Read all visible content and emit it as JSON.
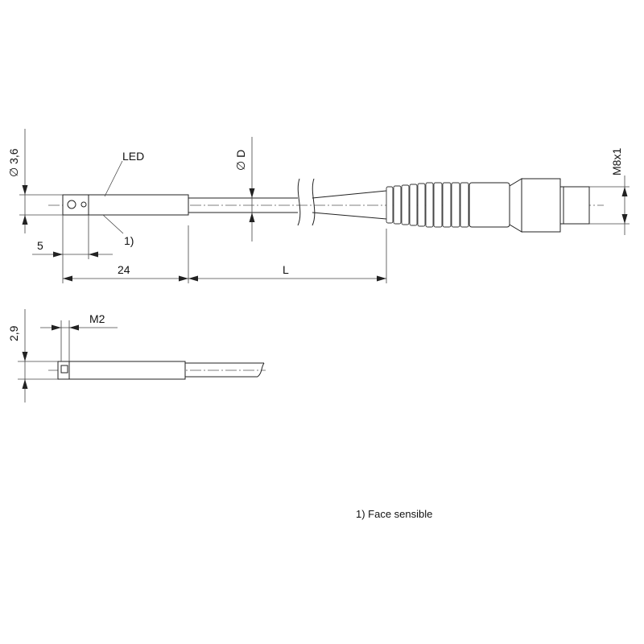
{
  "labels": {
    "led": "LED",
    "note_ref": "1)",
    "dim_body_dia": "∅ 3,6",
    "dim_cable_dia": "∅ D",
    "dim_thread": "M8x1",
    "dim_sensing_offset": "5",
    "dim_body_length": "24",
    "dim_cable_length": "L",
    "dim_side_height": "2,9",
    "dim_screw": "M2"
  },
  "footnote": "1) Face sensible"
}
